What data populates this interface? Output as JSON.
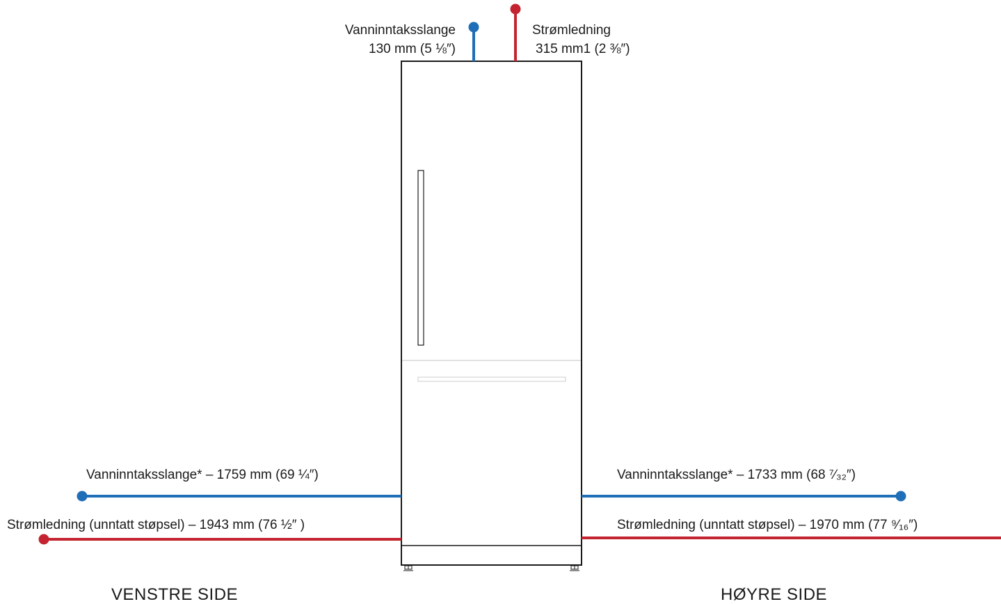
{
  "colors": {
    "water": "#1f6eb8",
    "power": "#c42330",
    "outline": "#1a1a1a",
    "seam": "#d9d9d9"
  },
  "top": {
    "water_label_line1": "Vanninntaksslange",
    "water_label_line2": "130 mm (5 ⅛″)",
    "power_label_line1": "Strømledning",
    "power_label_line2": "315 mm1 (2 ⅜″)"
  },
  "left": {
    "water_label": "Vanninntaksslange* – 1759 mm (69 ¼″)",
    "power_label": "Strømledning (unntatt støpsel) – 1943 mm (76 ½″ )",
    "side_label": "VENSTRE SIDE"
  },
  "right": {
    "water_label": "Vanninntaksslange* – 1733 mm (68 ⁷⁄₃₂″)",
    "power_label": "Strømledning (unntatt støpsel) – 1970 mm (77 ⁹⁄₁₆″)",
    "side_label": "HØYRE SIDE"
  }
}
